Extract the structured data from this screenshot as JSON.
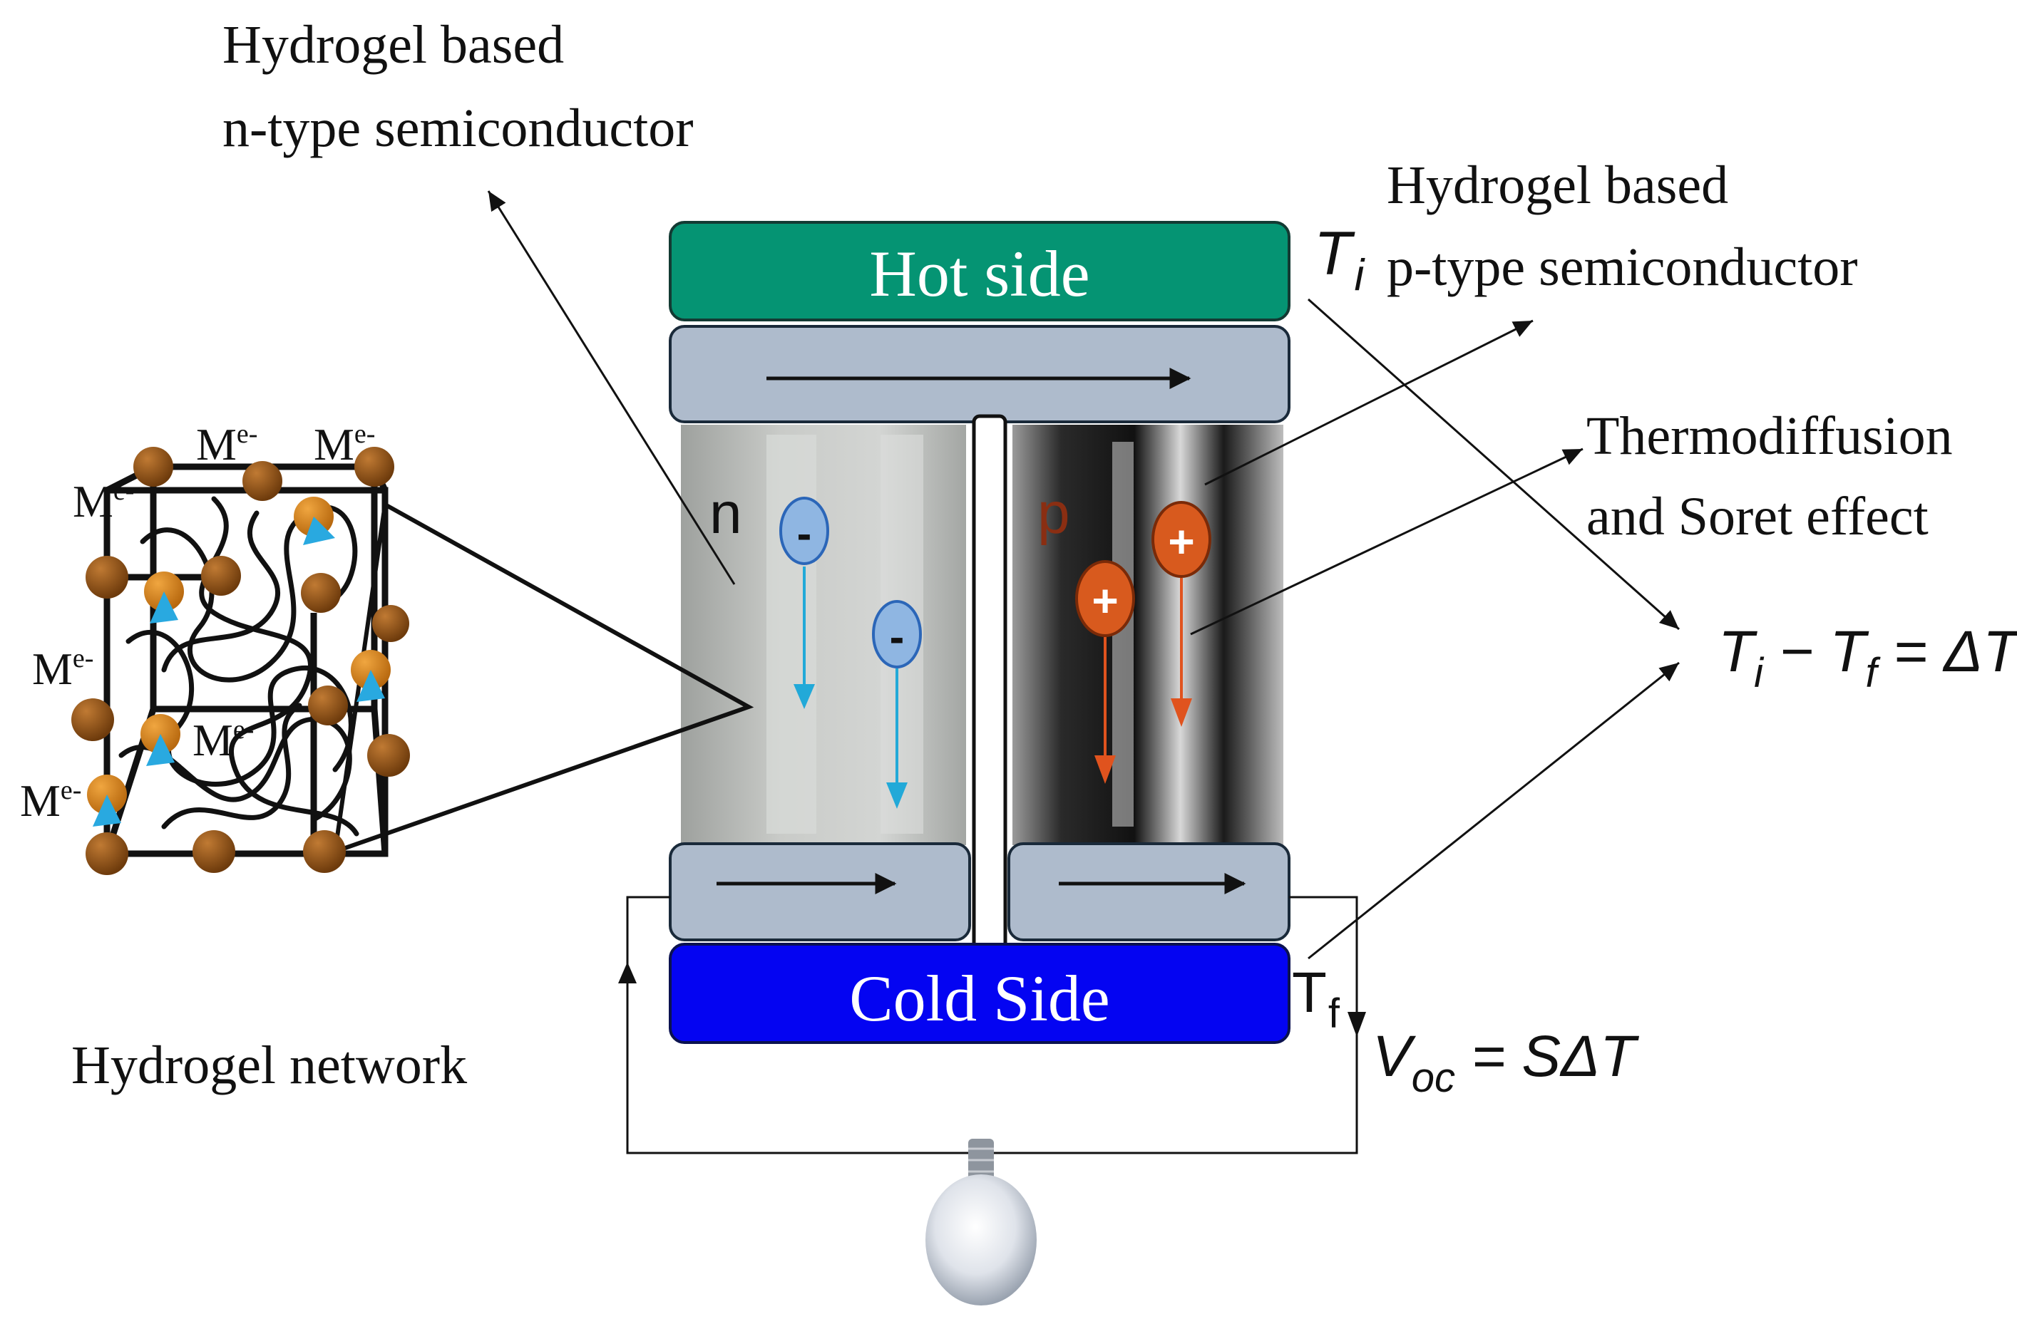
{
  "labels": {
    "n_type_line1": "Hydrogel based",
    "n_type_line2": "n-type semiconductor",
    "p_type_line1": "Hydrogel based",
    "p_type_line2": "p-type semiconductor",
    "thermo_line1": "Thermodiffusion",
    "thermo_line2": "and Soret effect",
    "hot_side": "Hot side",
    "cold_side": "Cold Side",
    "network": "Hydrogel network",
    "n_letter": "n",
    "p_letter": "p"
  },
  "equations": {
    "t_i_main": "T",
    "t_i_sub": "i",
    "t_f_main": "T",
    "t_f_sub": "f",
    "delta_t": {
      "t1": "T",
      "s1": "i",
      "minus": " − ",
      "t2": "T",
      "s2": "f",
      "rest": " = ΔT"
    },
    "voc": {
      "v": "V",
      "sub": "oc",
      "rest": " = SΔT"
    }
  },
  "carriers": {
    "electron_symbol": "-",
    "hole_symbol": "+",
    "electron_count": 2,
    "hole_count": 2
  },
  "network_labels": [
    "M",
    "M",
    "M",
    "M",
    "M",
    "M"
  ],
  "network_superscript": "e-",
  "colors": {
    "hot_side": "#059473",
    "cold_side": "#0404f2",
    "plate": "#aebbcc",
    "electron": "#8fb6e2",
    "hole": "#d85a1e",
    "electron_arrow": "#22a9d8",
    "hole_arrow": "#e0531e",
    "bead": "#8a4e14",
    "bead_orange": "#d98a1d",
    "wedge": "#29a9e0",
    "n_leg": "#c4c6c4",
    "p_leg": "#2a2a2a"
  }
}
